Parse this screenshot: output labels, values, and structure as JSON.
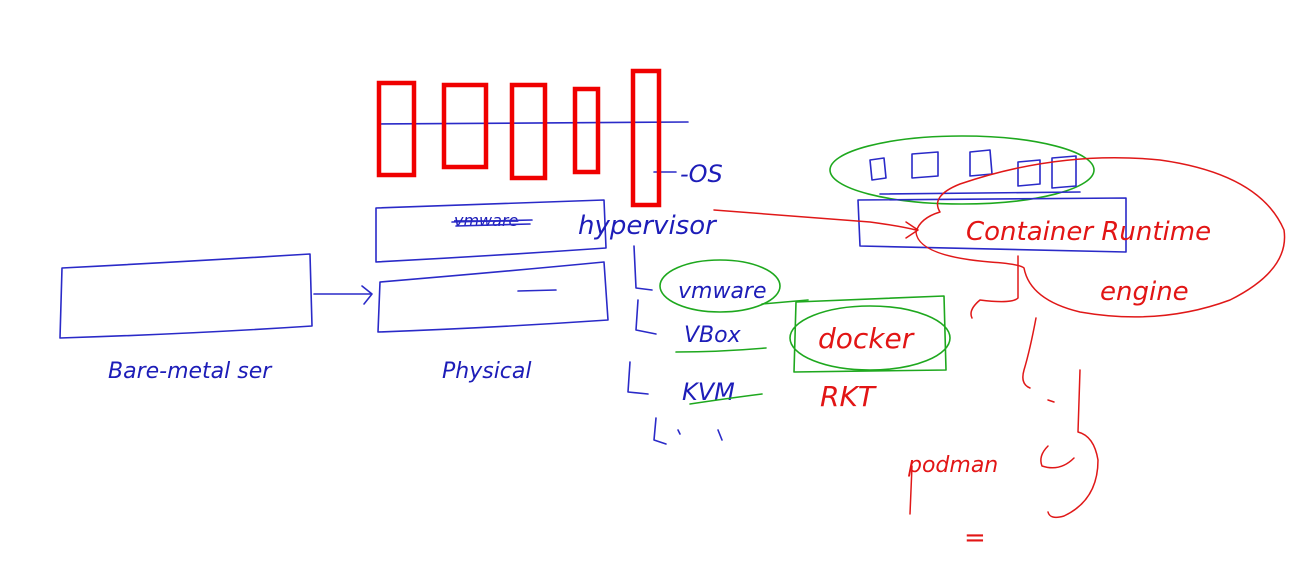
{
  "labels": {
    "bare_metal": "Bare-metal ser",
    "physical": "Physical",
    "os": "-OS",
    "vmware_top": "vmware",
    "hypervisor": "hypervisor",
    "vmware": "vmware",
    "vbox": "VBox",
    "kvm": "KVM",
    "docker": "docker",
    "rkt": "RKT",
    "container_runtime": "Container Runtime",
    "engine": "engine",
    "podman": "podman",
    "equals": "="
  },
  "colors": {
    "blue": "#2a2ac8",
    "red": "#e01818",
    "green": "#1ea81e",
    "box_red": "#f00000"
  }
}
